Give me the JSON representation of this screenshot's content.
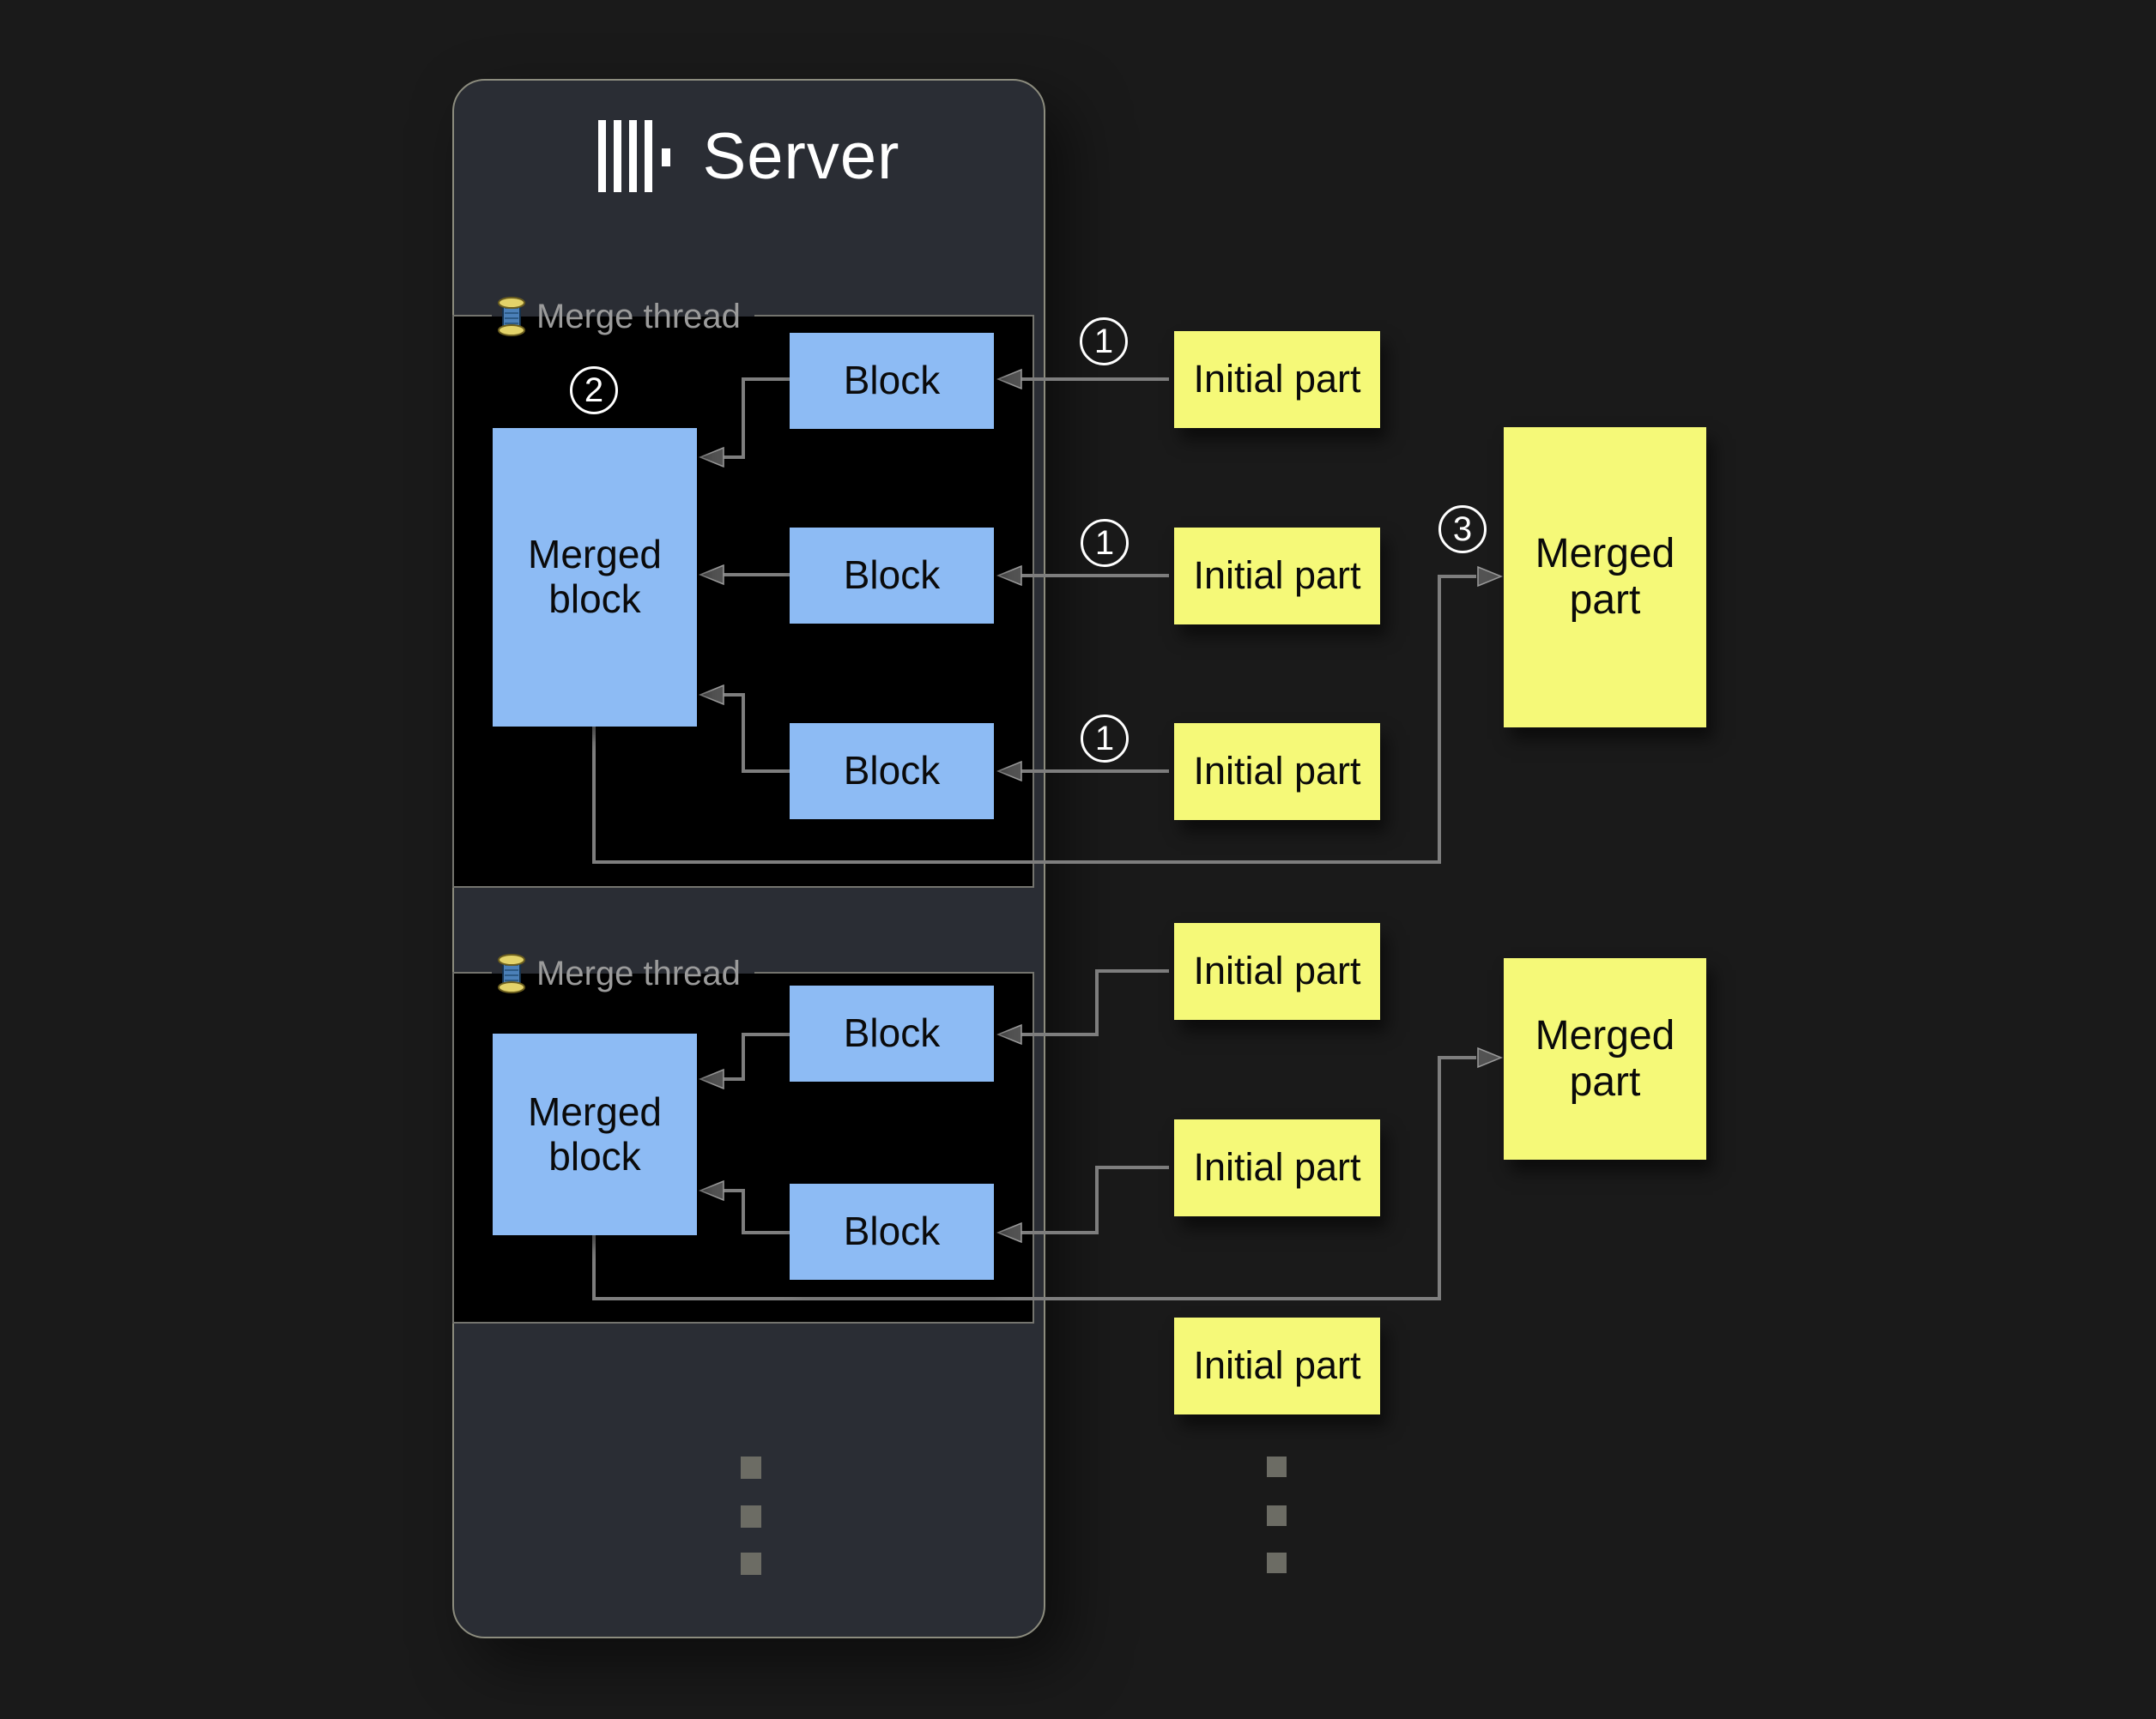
{
  "colors": {
    "bg": "#1a1a1a",
    "panel": "#2a2d34",
    "panel-border": "#8c8c7e",
    "boxblack": "#000000",
    "box-border": "#74746e",
    "blue": "#8dbbf4",
    "yellow": "#f5f978",
    "line": "#7e7e7e",
    "arrow": "#535353",
    "muted": "#9b9b9b",
    "white": "#ffffff",
    "dot": "#6c6c64",
    "ink": "#0a0a0a"
  },
  "server": {
    "title": "Server",
    "logo_icon": "clickhouse-bars-logo"
  },
  "threads": [
    {
      "label": "Merge thread",
      "icon": "thread-spool-icon",
      "badge": "2",
      "merged_block": "Merged block",
      "blocks": [
        "Block",
        "Block",
        "Block"
      ]
    },
    {
      "label": "Merge thread",
      "icon": "thread-spool-icon",
      "merged_block": "Merged block",
      "blocks": [
        "Block",
        "Block"
      ]
    }
  ],
  "initial_parts": [
    {
      "label": "Initial part",
      "badge": "1"
    },
    {
      "label": "Initial part",
      "badge": "1"
    },
    {
      "label": "Initial part",
      "badge": "1"
    },
    {
      "label": "Initial part"
    },
    {
      "label": "Initial part"
    },
    {
      "label": "Initial part"
    }
  ],
  "merged_parts": [
    {
      "label": "Merged part",
      "badge": "3"
    },
    {
      "label": "Merged part"
    }
  ],
  "ellipsis": {
    "server_dots": 3,
    "parts_dots": 3
  }
}
